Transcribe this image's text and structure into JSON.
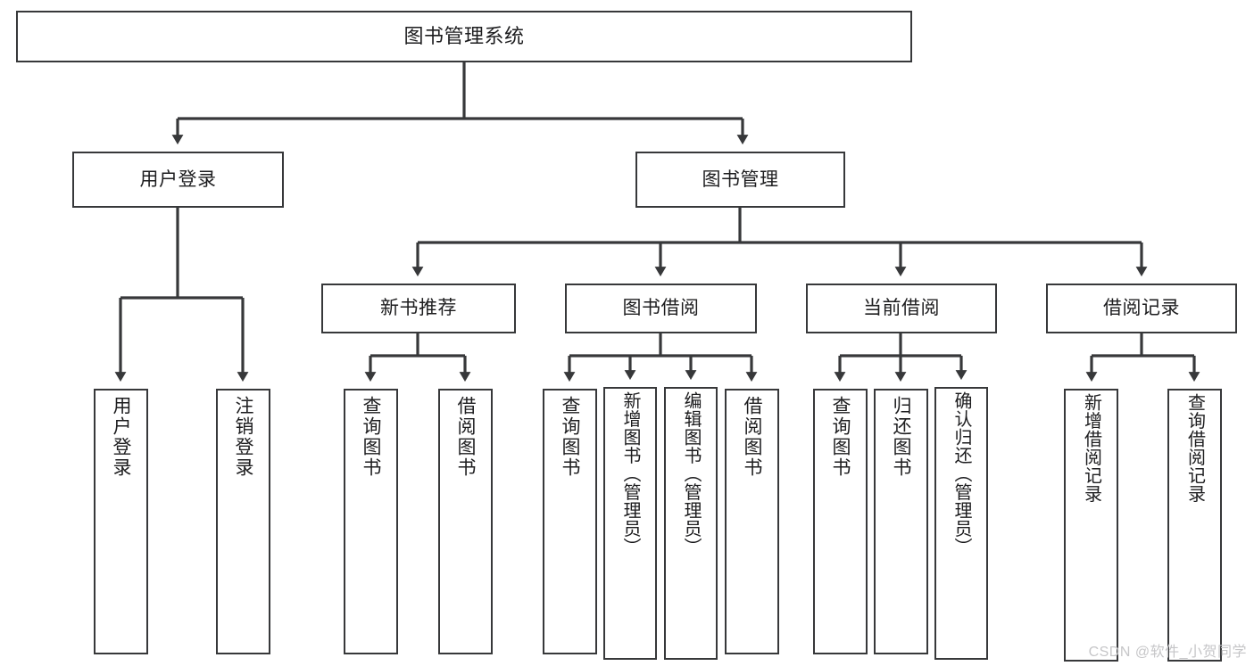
{
  "diagram": {
    "title": "图书管理系统",
    "type": "tree",
    "line_color": "#37383a",
    "box_fill": "#ffffff",
    "text_color": "#1d1d1f",
    "background": "#ffffff"
  },
  "watermark": {
    "text": "CSDN @软件_小贺同学",
    "color": "#c6c6c8"
  },
  "nodes": {
    "root": {
      "label": "图书管理系统"
    },
    "level2": [
      {
        "label": "用户登录"
      },
      {
        "label": "图书管理"
      }
    ],
    "level3": [
      {
        "label": "新书推荐"
      },
      {
        "label": "图书借阅"
      },
      {
        "label": "当前借阅"
      },
      {
        "label": "借阅记录"
      }
    ],
    "leaves": {
      "user_login": [
        {
          "label": "用户登录"
        },
        {
          "label": "注销登录"
        }
      ],
      "new_book_recommend": [
        {
          "label": "查询图书"
        },
        {
          "label": "借阅图书"
        }
      ],
      "book_borrow": [
        {
          "label": "查询图书"
        },
        {
          "label": "新增图书（管理员）"
        },
        {
          "label": "编辑图书（管理员）"
        },
        {
          "label": "借阅图书"
        }
      ],
      "current_borrow": [
        {
          "label": "查询图书"
        },
        {
          "label": "归还图书"
        },
        {
          "label": "确认归还（管理员）"
        }
      ],
      "borrow_record": [
        {
          "label": "新增借阅记录"
        },
        {
          "label": "查询借阅记录"
        }
      ]
    }
  }
}
